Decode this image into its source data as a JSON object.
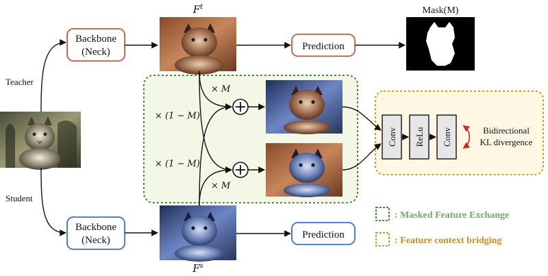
{
  "branches": {
    "teacher": "Teacher",
    "student": "Student"
  },
  "teacher_backbone": {
    "line1": "Backbone",
    "line2": "(Neck)"
  },
  "student_backbone": {
    "line1": "Backbone",
    "line2": "(Neck)"
  },
  "teacher_prediction": "Prediction",
  "student_prediction": "Prediction",
  "teacher_feature_label": {
    "base": "F",
    "sup": "t"
  },
  "student_feature_label": {
    "base": "F",
    "sup": "s"
  },
  "mask_label": "Mask(M)",
  "mixing_labels": {
    "times_m_top": "× M",
    "times_one_minus_m_top": "× (1 − M)",
    "times_one_minus_m_bottom": "× (1 − M)",
    "times_m_bottom": "× M"
  },
  "bridge": {
    "conv1": "Conv",
    "relu": "ReLu",
    "conv2": "Conv",
    "kl_line1": "Bidirectional",
    "kl_line2": "KL divergence"
  },
  "legend": {
    "green": ": Masked Feature Exchange",
    "yellow": ": Feature context bridging"
  },
  "colors": {
    "teacher_border": "#d5573b",
    "student_border": "#3a6fd8",
    "green_dash": "#4c8a32",
    "green_fill": "#f3f8e6",
    "green_text": "#7aa56a",
    "yellow_dash": "#c9a019",
    "yellow_fill": "#fdf7e4",
    "yellow_text": "#c7911f",
    "kl_arrow": "#e02020",
    "conv_fill": "#e6e6e6"
  },
  "icons": {
    "input_image": "cat-photo",
    "teacher_feature": "cat-feature-map-warm",
    "student_feature": "cat-feature-map-cool",
    "mixed_top": "cat-feature-map-mixed-warm",
    "mixed_bottom": "cat-feature-map-mixed-cool",
    "mask": "cat-silhouette-mask",
    "sum_node": "plus-circle-icon"
  }
}
